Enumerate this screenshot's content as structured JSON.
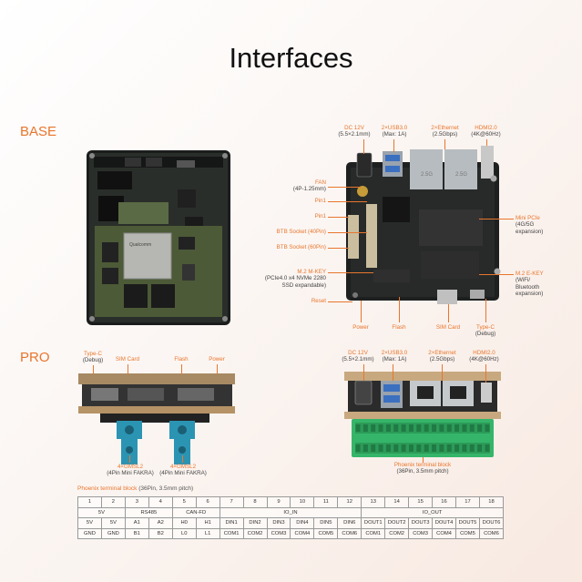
{
  "title": "Interfaces",
  "sections": {
    "base": "BASE",
    "pro": "PRO"
  },
  "base_labels": {
    "dc": {
      "name": "DC 12V",
      "detail": "(5.5×2.1mm)"
    },
    "usb": {
      "name": "2×USB3.0",
      "detail": "(Max: 1A)"
    },
    "eth": {
      "name": "2×Ethernet",
      "detail": "(2.5Gbps)"
    },
    "hdmi": {
      "name": "HDMI2.0",
      "detail": "(4K@60Hz)"
    },
    "fan": {
      "name": "FAN",
      "detail": "(4P-1.25mm)"
    },
    "pin1a": {
      "name": "Pin1"
    },
    "pin1b": {
      "name": "Pin1"
    },
    "btb40": {
      "name": "BTB Socket (40Pin)"
    },
    "btb60": {
      "name": "BTB Socket (60Pin)"
    },
    "m2m": {
      "name": "M.2 M-KEY",
      "detail1": "(PCIe4.0 x4 NVMe 2280",
      "detail2": "SSD expandable)"
    },
    "reset": {
      "name": "Reset"
    },
    "minipcie": {
      "name": "Mini PCIe",
      "detail1": "(4G/5G",
      "detail2": "expansion)"
    },
    "m2e": {
      "name": "M.2 E-KEY",
      "detail1": "(WiFi/",
      "detail2": "Bluetooth",
      "detail3": "expansion)"
    },
    "power": {
      "name": "Power"
    },
    "flash": {
      "name": "Flash"
    },
    "sim": {
      "name": "SIM Card"
    },
    "typec": {
      "name": "Type-C",
      "detail": "(Debug)"
    }
  },
  "pro_labels": {
    "typec": {
      "name": "Type-C",
      "detail": "(Debug)"
    },
    "sim": {
      "name": "SIM Card"
    },
    "flash": {
      "name": "Flash"
    },
    "power": {
      "name": "Power"
    },
    "gmsl_a": {
      "name": "4×GMSL2",
      "detail": "(4Pin Mini FAKRA)"
    },
    "gmsl_b": {
      "name": "4×GMSL2",
      "detail": "(4Pin Mini FAKRA)"
    },
    "dc": {
      "name": "DC 12V",
      "detail": "(5.5×2.1mm)"
    },
    "usb": {
      "name": "2×USB3.0",
      "detail": "(Max: 1A)"
    },
    "eth": {
      "name": "2×Ethernet",
      "detail": "(2.5Gbps)"
    },
    "hdmi": {
      "name": "HDMI2.0",
      "detail": "(4K@60Hz)"
    },
    "phoenix": {
      "name": "Phoenix terminal block",
      "detail": "(36Pin, 3.5mm pitch)"
    }
  },
  "board_marks": {
    "port_a": "2.5G",
    "port_b": "2.5G",
    "chip_brand": "Qualcomm"
  },
  "pin_table": {
    "title": "Phoenix terminal block",
    "subtitle": "(36Pin, 3.5mm pitch)",
    "numbers": [
      "1",
      "2",
      "3",
      "4",
      "5",
      "6",
      "7",
      "8",
      "9",
      "10",
      "11",
      "12",
      "13",
      "14",
      "15",
      "16",
      "17",
      "18"
    ],
    "groups": [
      {
        "label": "5V",
        "span": 2
      },
      {
        "label": "RS485",
        "span": 2
      },
      {
        "label": "CAN-FD",
        "span": 2
      },
      {
        "label": "IO_IN",
        "span": 6
      },
      {
        "label": "IO_OUT",
        "span": 6
      }
    ],
    "row_top": [
      "5V",
      "5V",
      "A1",
      "A2",
      "H0",
      "H1",
      "DIN1",
      "DIN2",
      "DIN3",
      "DIN4",
      "DIN5",
      "DIN6",
      "DOUT1",
      "DOUT2",
      "DOUT3",
      "DOUT4",
      "DOUT5",
      "DOUT6"
    ],
    "row_bottom": [
      "GND",
      "GND",
      "B1",
      "B2",
      "L0",
      "L1",
      "COM1",
      "COM2",
      "COM3",
      "COM4",
      "COM5",
      "COM6",
      "COM1",
      "COM2",
      "COM3",
      "COM4",
      "COM5",
      "COM6"
    ]
  }
}
